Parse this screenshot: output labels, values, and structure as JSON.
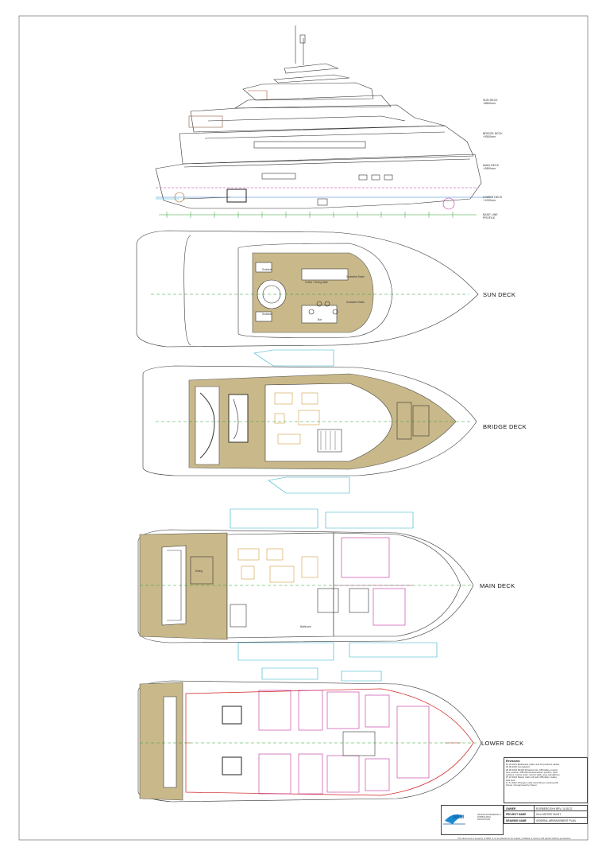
{
  "profile": {
    "levels": [
      {
        "name": "SUN DECK",
        "elev": "+8800mm"
      },
      {
        "name": "BRIDGE DECK",
        "elev": "+5500mm"
      },
      {
        "name": "MAIN DECK",
        "elev": "+2800mm"
      },
      {
        "name": "LOWER DECK",
        "elev": "+1200mm"
      },
      {
        "name": "BASE LINE",
        "elev": "PROFILE"
      }
    ]
  },
  "decks": {
    "sun": {
      "title": "SUN DECK",
      "labels": {
        "sunbeds_fwd": "Sunbeds",
        "sunbeds_aft": "Sunbeds",
        "coffee": "Coffee / Dining table",
        "deck_fwd": "Sunbathe Seats",
        "deck_aft": "Sunbathe Seats",
        "bar": "Bar"
      }
    },
    "bridge": {
      "title": "BRIDGE DECK"
    },
    "main": {
      "title": "MAIN DECK",
      "labels": {
        "dining": "Dining",
        "bathroom": "Bathroom"
      }
    },
    "lower": {
      "title": "LOWER DECK"
    }
  },
  "revisions": {
    "title": "Revisions:",
    "lines": [
      "16.06.2022 Bulkheads, pillars and LR positions added.",
      "20.06.2022 GA updated",
      "28.06.2022 R0-R8 Windows size, MB Galley exterior",
      "door position, MB Main Entrance/door position, deck",
      "sections, interior stairs, interior walls, area calculations.",
      "07.10.2022 Master Cabin aft wall, MB pillars, Galley",
      "bulk door.",
      "17.11.2022 Changes made according to meeting with",
      "Owner. GA approved by Owner."
    ]
  },
  "title_block": {
    "rows": [
      {
        "k": "OWNER",
        "v": "R.ERBERG BYH REV: 11.08.22"
      },
      {
        "k": "PROJECT NAME",
        "v": "24 m MOTOR YACHT"
      },
      {
        "k": "DRAWING NAME",
        "v": "GENERAL ARRANGEMENT PLAN"
      }
    ],
    "logo": "AESI",
    "logo_sub": "AEGEAN ENGINEERING & SHIPBUILDING INNOVATIONS",
    "footer": "This document is property of AESI. It is not allowed to be copied, modified or send to 3rd parties without permission."
  },
  "colors": {
    "deck_fill": "#c9b98a",
    "line": "#333333",
    "cyan": "#2ab0c8",
    "red": "#d02020",
    "green": "#2aa02a",
    "magenta": "#c02fa0"
  }
}
